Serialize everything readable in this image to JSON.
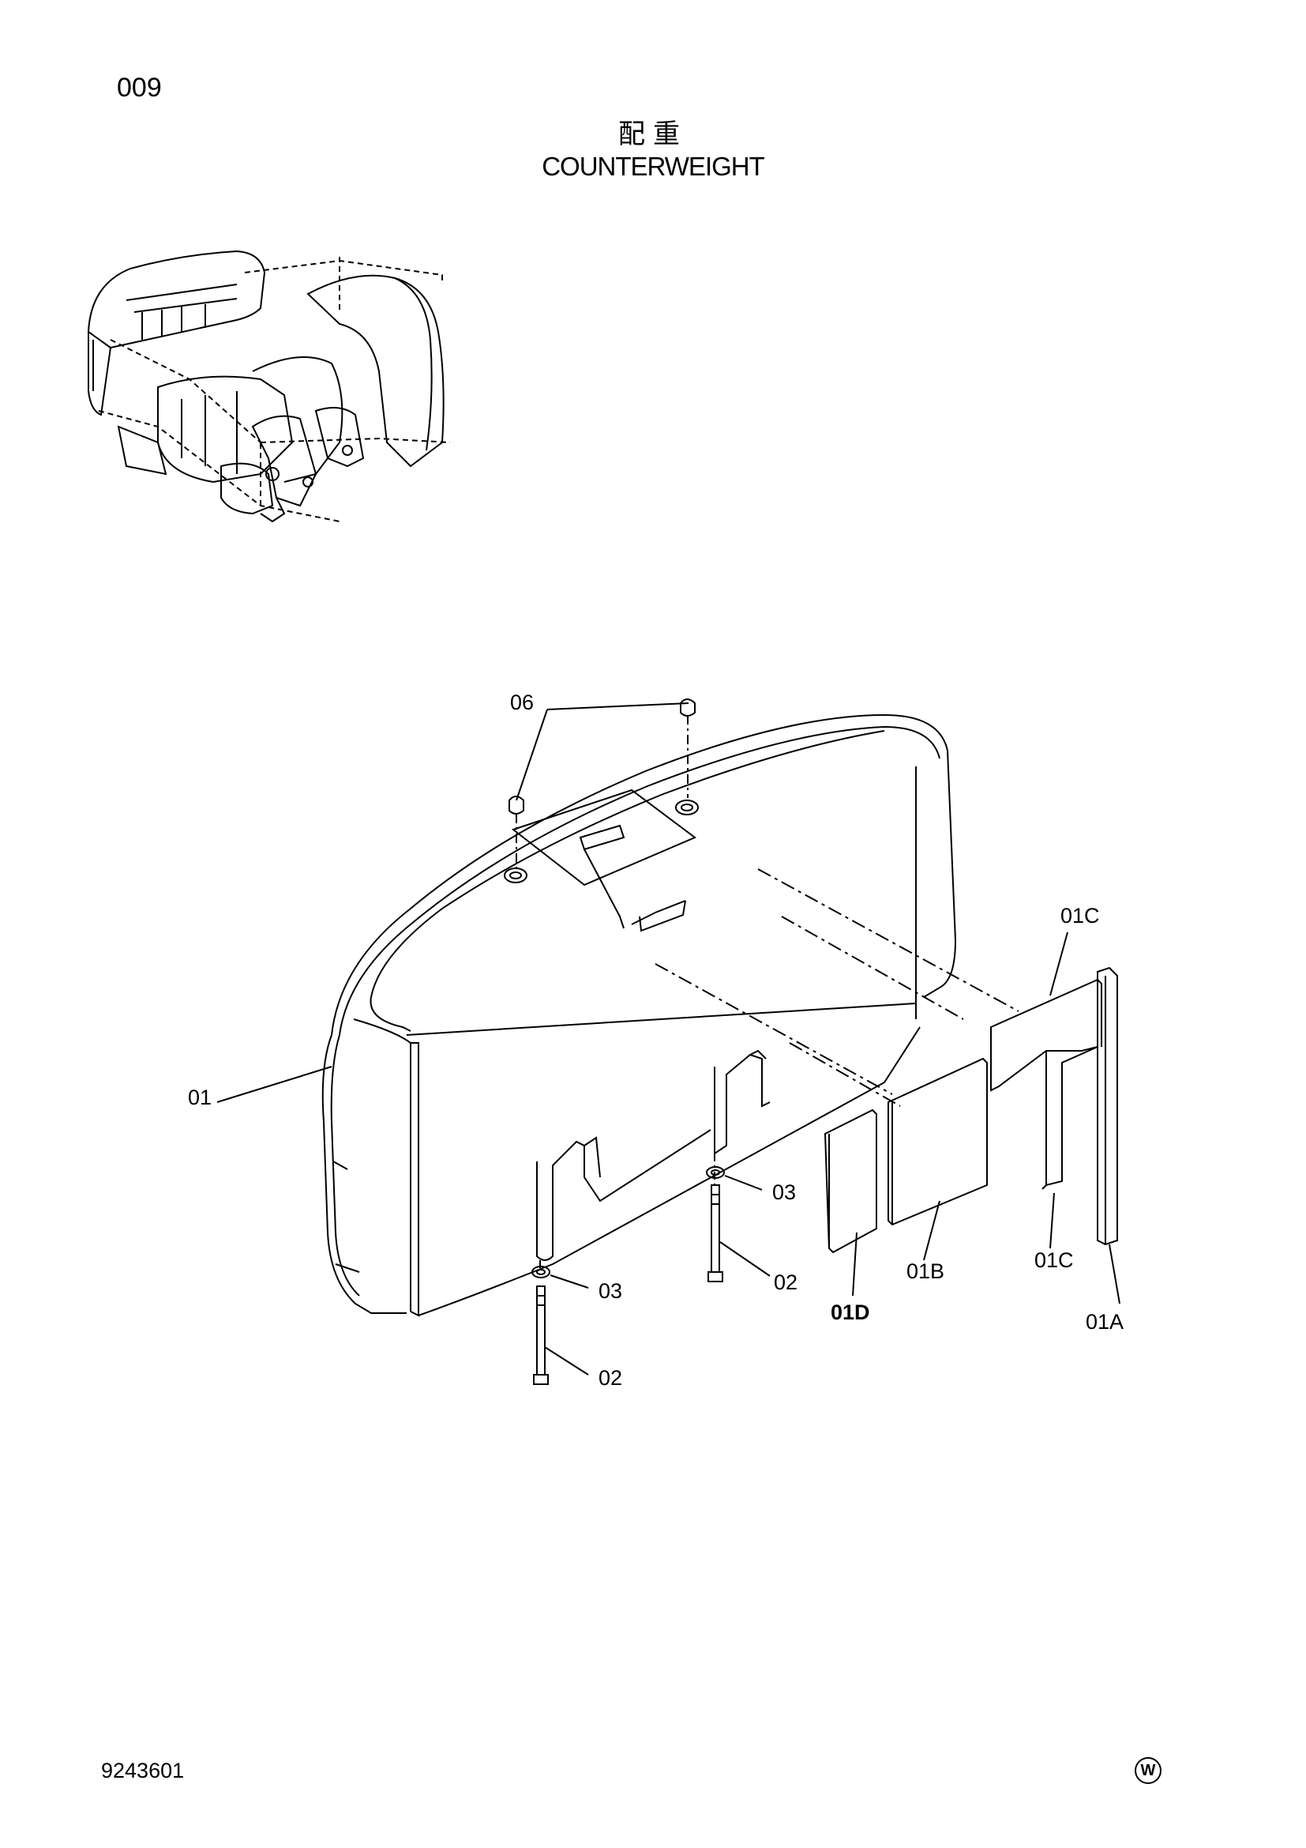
{
  "header": {
    "page_number": "009",
    "title_jp": "配重",
    "title_en": "COUNTERWEIGHT"
  },
  "footer": {
    "doc_number": "9243601",
    "corner_mark": "W"
  },
  "callouts": {
    "c06": "06",
    "c01": "01",
    "c01c_top": "01C",
    "c03_right": "03",
    "c03_left": "03",
    "c02_right": "02",
    "c02_left": "02",
    "c01d": "01D",
    "c01b": "01B",
    "c01c_bottom": "01C",
    "c01a": "01A"
  }
}
